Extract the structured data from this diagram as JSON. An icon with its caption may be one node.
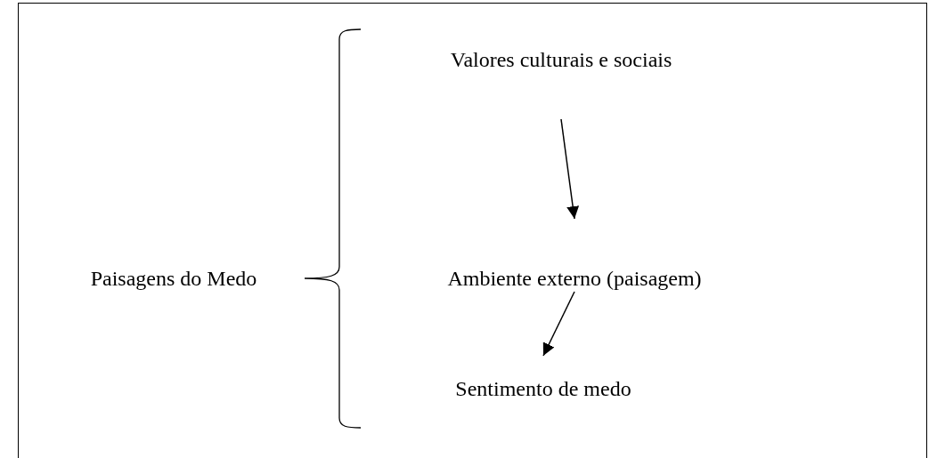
{
  "diagram": {
    "nodes": [
      {
        "text": [
          "Paisagens do Medo"
        ]
      },
      {
        "text": [
          "Valores culturais e sociais"
        ]
      },
      {
        "text": [
          "Ambiente externo (paisagem)"
        ]
      },
      {
        "text": [
          "Sentimento de medo"
        ]
      }
    ],
    "edges": [
      {
        "from": 1,
        "to": 2,
        "arrow": "to"
      },
      {
        "from": 2,
        "to": 3,
        "arrow": "to"
      }
    ]
  }
}
